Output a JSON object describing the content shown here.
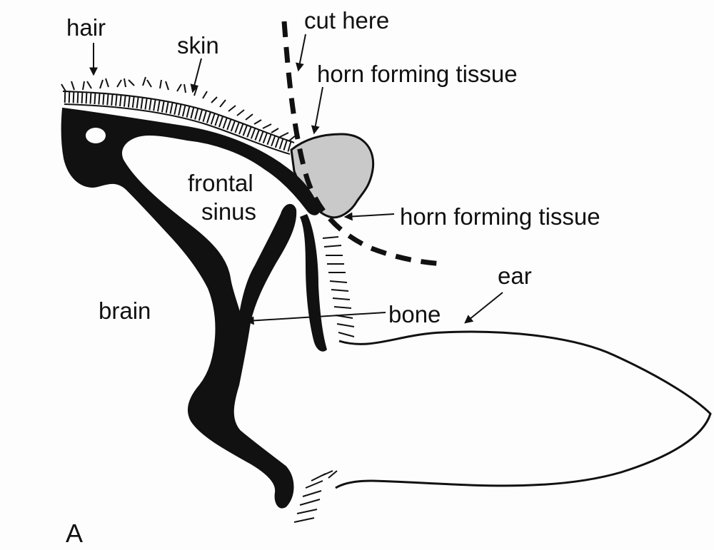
{
  "labels": {
    "hair": "hair",
    "skin": "skin",
    "cut_here": "cut here",
    "horn_tissue_top": "horn forming tissue",
    "frontal": "frontal",
    "sinus": "sinus",
    "horn_tissue_mid": "horn forming tissue",
    "ear": "ear",
    "brain": "brain",
    "bone": "bone",
    "panel": "A"
  },
  "colors": {
    "ink": "#111111",
    "horn_bud_fill": "#c9c9c9",
    "background": "#fdfdfd"
  }
}
